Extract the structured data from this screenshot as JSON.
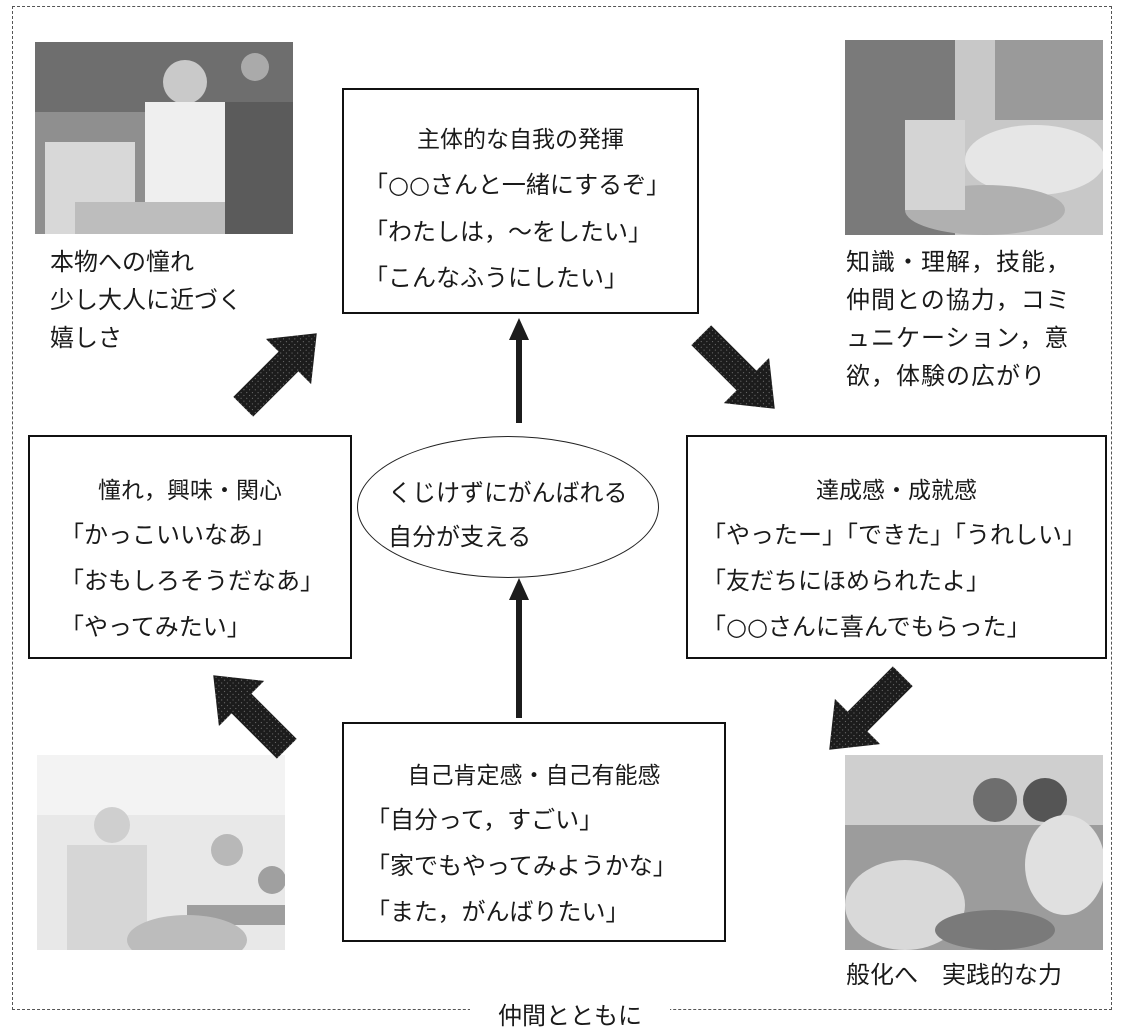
{
  "center": {
    "lines": [
      "くじけずにがんばれる",
      "自分が支える"
    ]
  },
  "boxes": {
    "top": {
      "title": "主体的な自我の発揮",
      "lines": [
        "「○○さんと一緒にするぞ」",
        "「わたしは，～をしたい」",
        "「こんなふうにしたい」"
      ]
    },
    "left": {
      "title": "憧れ，興味・関心",
      "lines": [
        "「かっこいいなあ」",
        "「おもしろそうだなあ」",
        "「やってみたい」"
      ]
    },
    "right": {
      "title": "達成感・成就感",
      "lines": [
        "「やったー」「できた」「うれしい」",
        "「友だちにほめられたよ」",
        "「○○さんに喜んでもらった」"
      ]
    },
    "bottom": {
      "title": "自己肯定感・自己有能感",
      "lines": [
        "「自分って，すごい」",
        "「家でもやってみようかな」",
        "「また，がんばりたい」"
      ]
    }
  },
  "captions": {
    "top_left": [
      "本物への憧れ",
      "少し大人に近づく",
      "嬉しさ"
    ],
    "top_right": [
      "知識・理解，技能，",
      "仲間との協力，コミ",
      "ュニケーション，意",
      "欲，体験の広がり"
    ],
    "bottom_right": [
      "般化へ　実践的な力"
    ]
  },
  "footer": "仲間とともに",
  "colors": {
    "arrow": "#1c1c1c",
    "line": "#111111"
  }
}
